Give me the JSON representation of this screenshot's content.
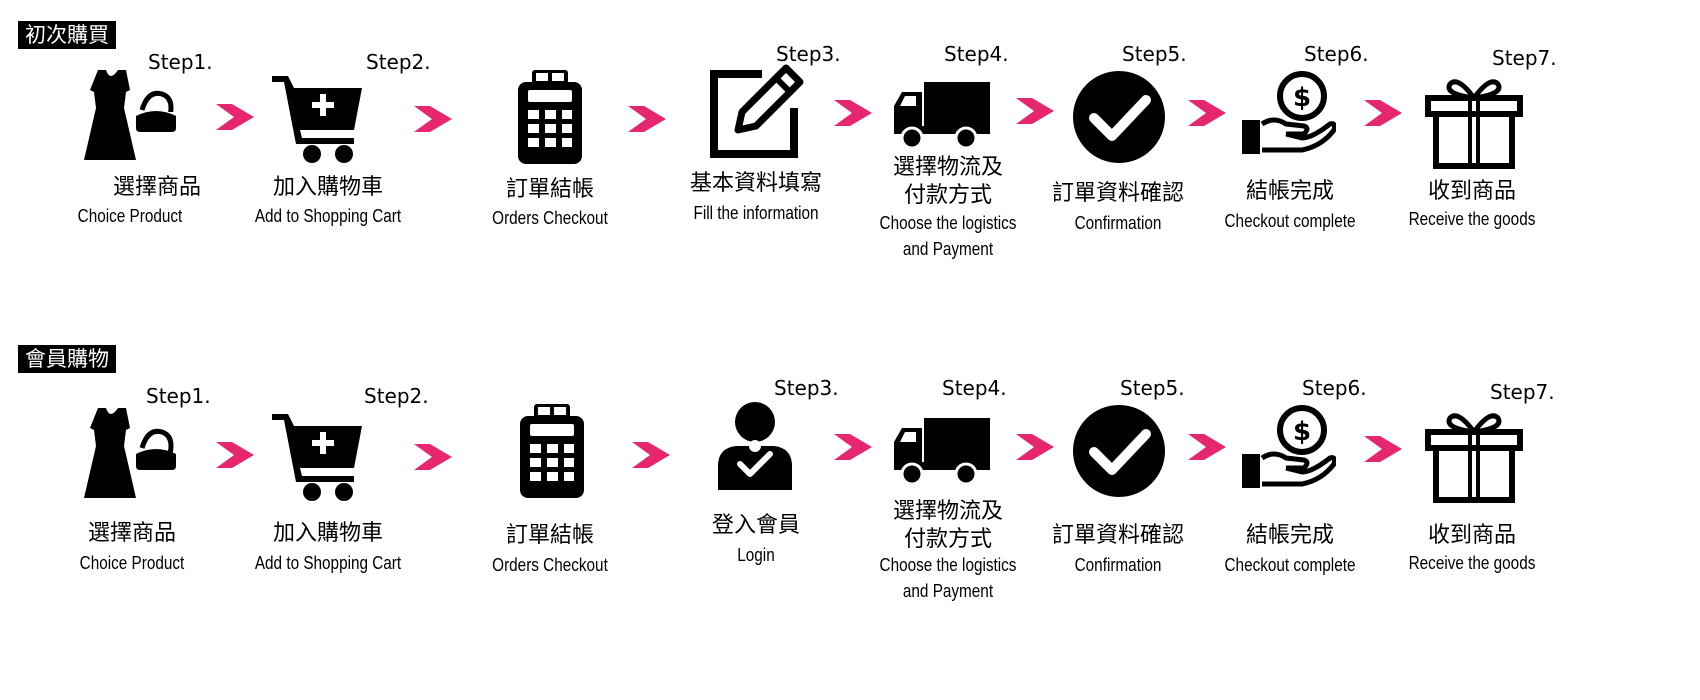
{
  "colors": {
    "arrow": "#e6266f",
    "icon": "#000000",
    "title_bg": "#000000",
    "title_fg": "#ffffff"
  },
  "sections": [
    {
      "title": "初次購買",
      "steps": [
        {
          "label": "Step1.",
          "zh": "選擇商品",
          "en": [
            "Choice Product"
          ],
          "icon": "dress-bag-icon"
        },
        {
          "label": "Step2.",
          "zh": "加入購物車",
          "en": [
            "Add to Shopping Cart"
          ],
          "icon": "cart-plus-icon"
        },
        {
          "label": "",
          "zh": "訂單結帳",
          "en": [
            "Orders Checkout"
          ],
          "icon": "pos-terminal-icon"
        },
        {
          "label": "Step3.",
          "zh": "基本資料填寫",
          "en": [
            "Fill the information"
          ],
          "icon": "edit-icon"
        },
        {
          "label": "Step4.",
          "zh": "選擇物流及\n付款方式",
          "en": [
            "Choose the logistics",
            "and Payment"
          ],
          "icon": "truck-icon"
        },
        {
          "label": "Step5.",
          "zh": "訂單資料確認",
          "en": [
            "Confirmation"
          ],
          "icon": "check-circle-icon"
        },
        {
          "label": "Step6.",
          "zh": "結帳完成",
          "en": [
            "Checkout complete"
          ],
          "icon": "hand-coin-icon"
        },
        {
          "label": "Step7.",
          "zh": "收到商品",
          "en": [
            "Receive the goods"
          ],
          "icon": "gift-icon"
        }
      ]
    },
    {
      "title": "會員購物",
      "steps": [
        {
          "label": "Step1.",
          "zh": "選擇商品",
          "en": [
            "Choice Product"
          ],
          "icon": "dress-bag-icon"
        },
        {
          "label": "Step2.",
          "zh": "加入購物車",
          "en": [
            "Add to Shopping Cart"
          ],
          "icon": "cart-plus-icon"
        },
        {
          "label": "",
          "zh": "訂單結帳",
          "en": [
            "Orders Checkout"
          ],
          "icon": "pos-terminal-icon"
        },
        {
          "label": "Step3.",
          "zh": "登入會員",
          "en": [
            "Login"
          ],
          "icon": "user-check-icon"
        },
        {
          "label": "Step4.",
          "zh": "選擇物流及\n付款方式",
          "en": [
            "Choose the logistics",
            "and Payment"
          ],
          "icon": "truck-icon"
        },
        {
          "label": "Step5.",
          "zh": "訂單資料確認",
          "en": [
            "Confirmation"
          ],
          "icon": "check-circle-icon"
        },
        {
          "label": "Step6.",
          "zh": "結帳完成",
          "en": [
            "Checkout complete"
          ],
          "icon": "hand-coin-icon"
        },
        {
          "label": "Step7.",
          "zh": "收到商品",
          "en": [
            "Receive the goods"
          ],
          "icon": "gift-icon"
        }
      ]
    }
  ]
}
